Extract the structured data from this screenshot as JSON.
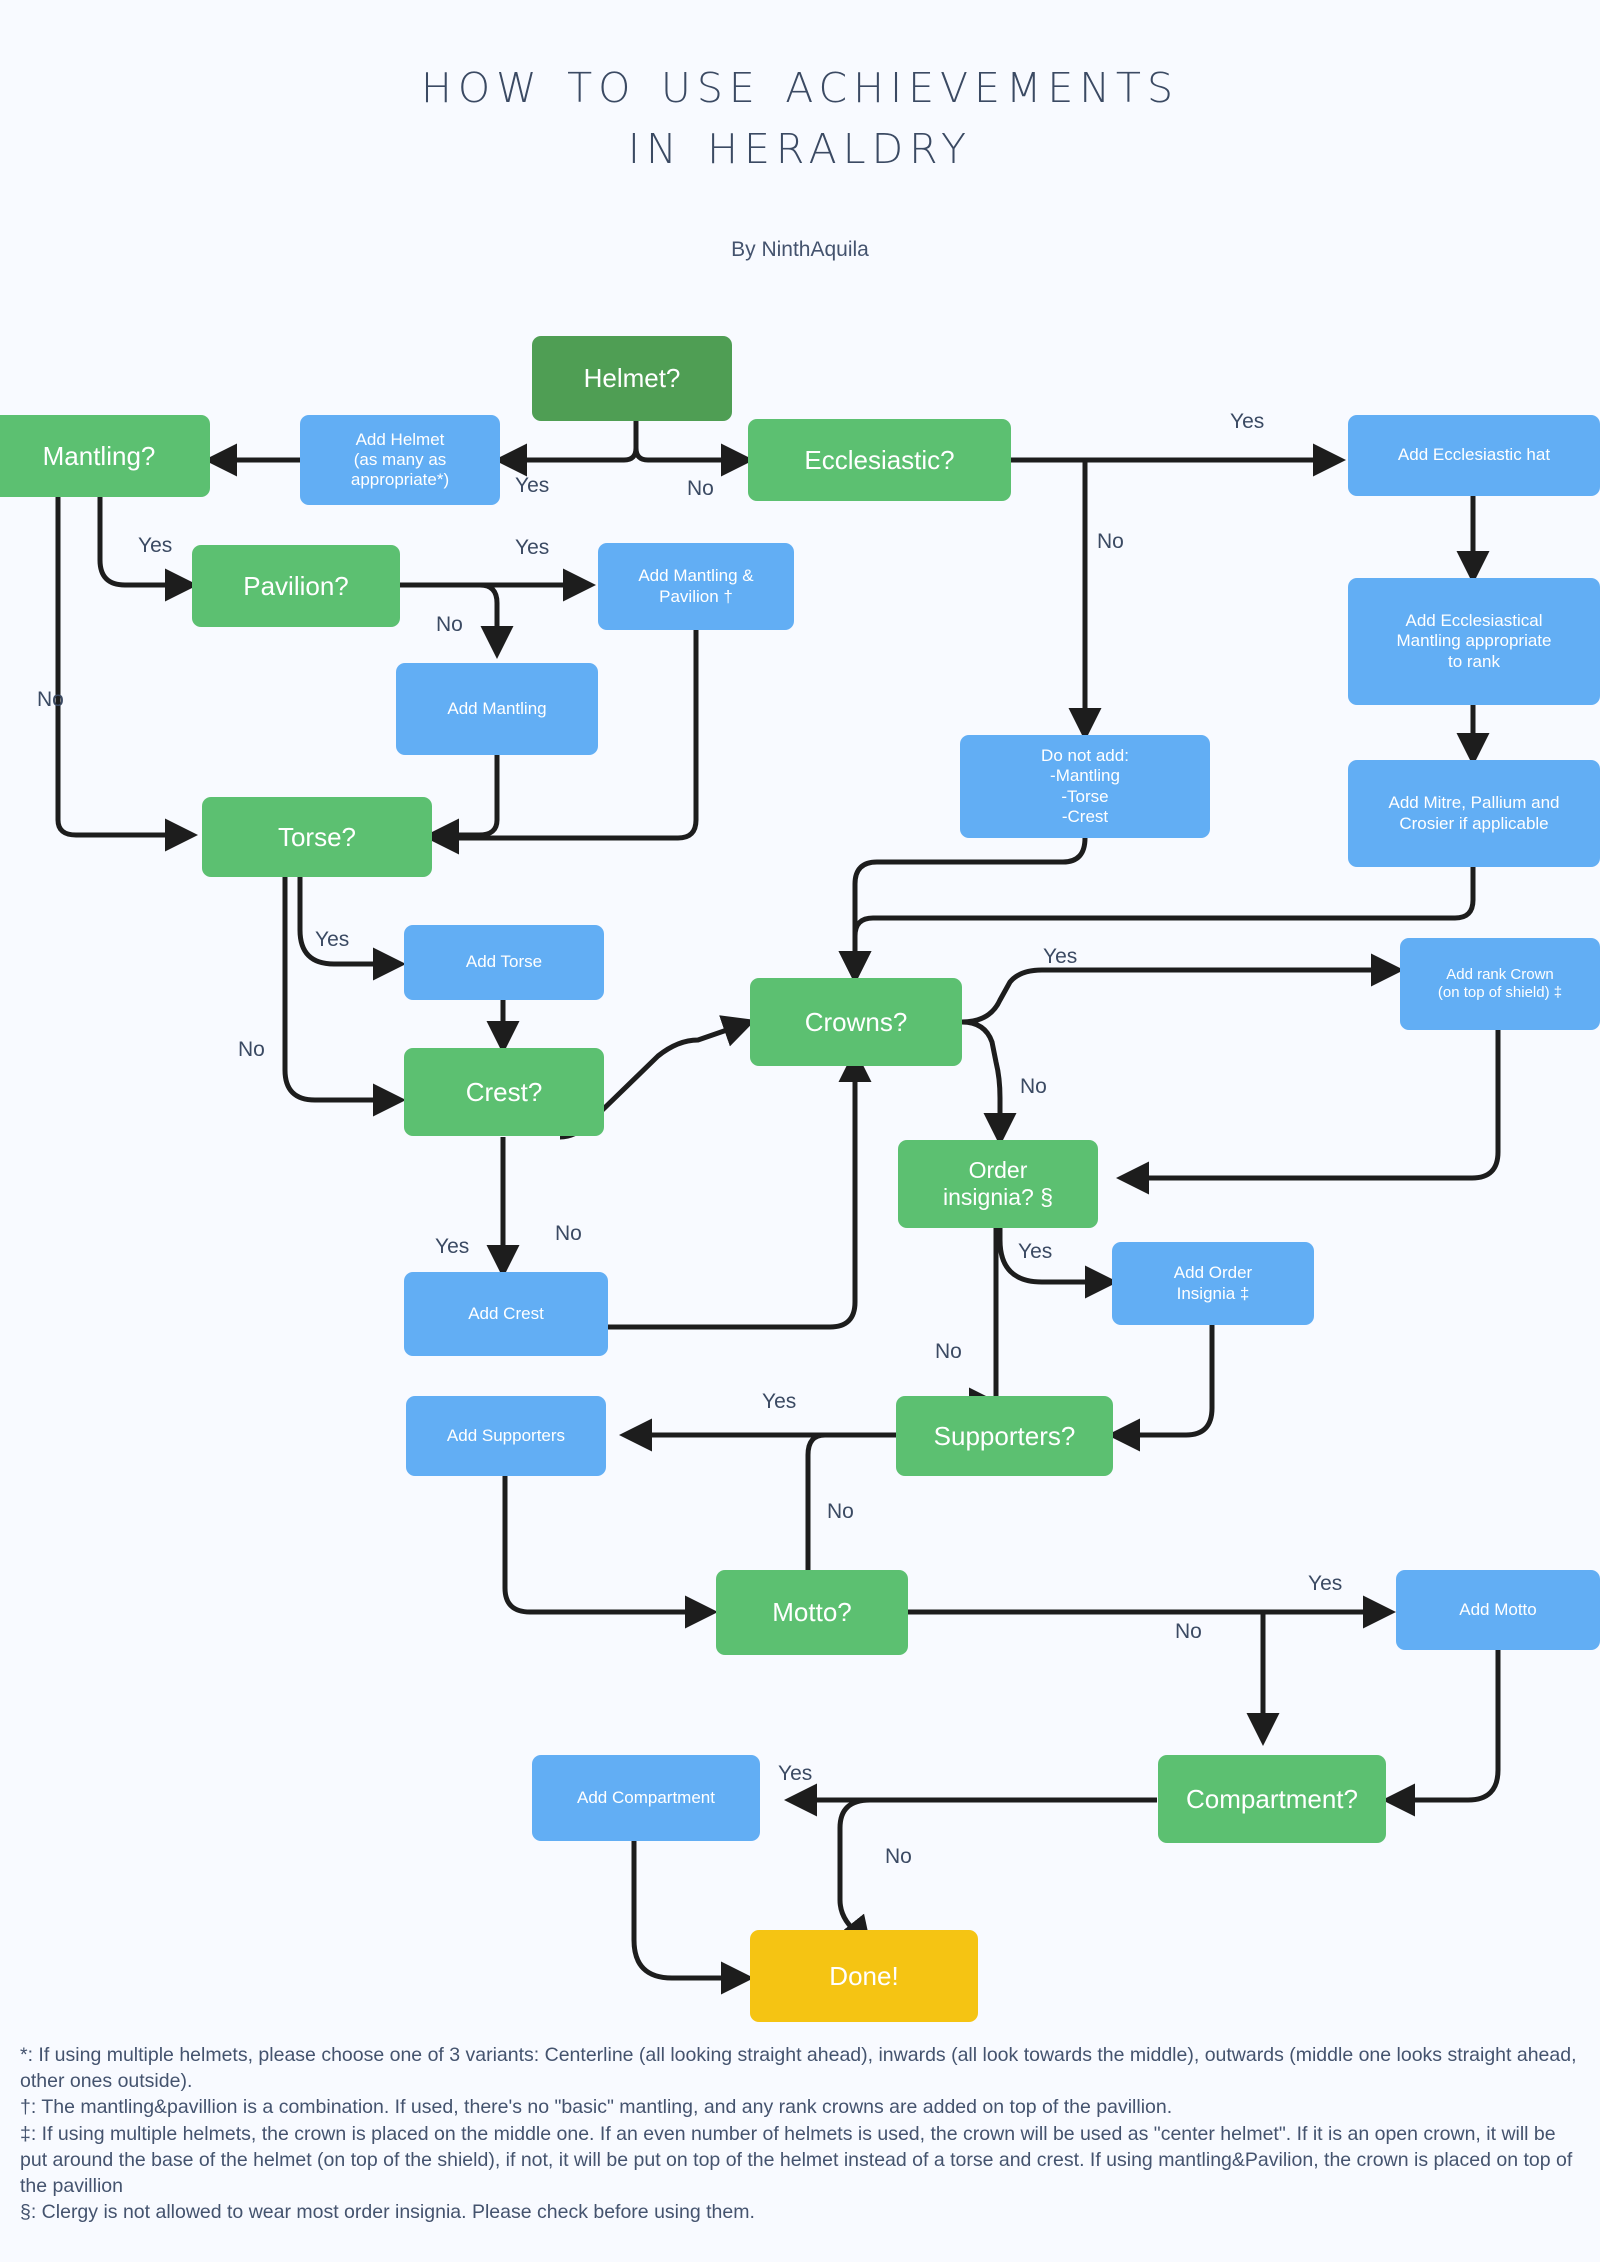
{
  "header": {
    "title_line1": "How to use achievements",
    "title_line2": "in Heraldry",
    "byline": "By NinthAquila"
  },
  "colors": {
    "background": "#f8faff",
    "question_green": "#5cc071",
    "start_green": "#4f9e54",
    "action_blue": "#62aef4",
    "done_yellow": "#f5c413",
    "text_dark": "#3b4a63",
    "arrow": "#1d1d1d"
  },
  "nodes": {
    "helmet": "Helmet?",
    "mantling": "Mantling?",
    "add_helmet": "Add Helmet\n(as many as\nappropriate*)",
    "add_helmet_l1": "Add Helmet",
    "add_helmet_l2": "(as many as",
    "add_helmet_l3": "appropriate*)",
    "ecclesiastic": "Ecclesiastic?",
    "add_ecclesiastic_hat": "Add Ecclesiastic hat",
    "add_eccl_mantling_l1": "Add Ecclesiastical",
    "add_eccl_mantling_l2": "Mantling appropriate",
    "add_eccl_mantling_l3": "to rank",
    "add_mitre_l1": "Add Mitre, Pallium and",
    "add_mitre_l2": "Crosier if applicable",
    "pavilion": "Pavilion?",
    "add_mantling_pavilion_l1": "Add Mantling &",
    "add_mantling_pavilion_l2": "Pavilion †",
    "add_mantling": "Add Mantling",
    "do_not_add_l1": "Do not add:",
    "do_not_add_l2": "-Mantling",
    "do_not_add_l3": "-Torse",
    "do_not_add_l4": "-Crest",
    "torse": "Torse?",
    "add_torse": "Add Torse",
    "crest": "Crest?",
    "add_crest": "Add Crest",
    "crowns": "Crowns?",
    "add_rank_crown_l1": "Add rank Crown",
    "add_rank_crown_l2": "(on top of shield) ‡",
    "order_insignia_l1": "Order",
    "order_insignia_l2": "insignia? §",
    "add_order_insignia_l1": "Add Order",
    "add_order_insignia_l2": "Insignia ‡",
    "supporters": "Supporters?",
    "add_supporters": "Add Supporters",
    "motto": "Motto?",
    "add_motto": "Add Motto",
    "compartment": "Compartment?",
    "add_compartment": "Add Compartment",
    "done": "Done!"
  },
  "edge_labels": {
    "helmet_yes": "Yes",
    "helmet_no": "No",
    "mantling_yes": "Yes",
    "mantling_no": "No",
    "pavilion_yes": "Yes",
    "pavilion_no": "No",
    "ecclesiastic_yes": "Yes",
    "ecclesiastic_no": "No",
    "torse_yes": "Yes",
    "torse_no": "No",
    "crest_yes": "Yes",
    "crest_no": "No",
    "crowns_yes": "Yes",
    "crowns_no": "No",
    "order_yes": "Yes",
    "order_no": "No",
    "supporters_yes": "Yes",
    "supporters_no": "No",
    "motto_yes": "Yes",
    "motto_no": "No",
    "compartment_yes": "Yes",
    "compartment_no": "No"
  },
  "footnotes": {
    "star": "*: If using multiple helmets, please choose one of 3 variants: Centerline (all looking straight ahead), inwards (all look towards the middle), outwards (middle one looks straight ahead, other ones outside).",
    "dagger": "†: The mantling&pavillion is a combination. If used, there's no \"basic\" mantling, and any rank crowns are added on top of the pavillion.",
    "doubledagger": "‡:  If using multiple helmets, the crown is placed on the middle one. If an even number of helmets is used, the crown will be used as \"center helmet\". If it is an open crown, it will be put around the base of the helmet (on top of the shield), if not, it will be put on top of the helmet instead of a torse and crest. If using mantling&Pavilion, the crown is placed on top of the pavillion",
    "section": "§: Clergy is not allowed to wear most order insignia. Please check before using them."
  }
}
